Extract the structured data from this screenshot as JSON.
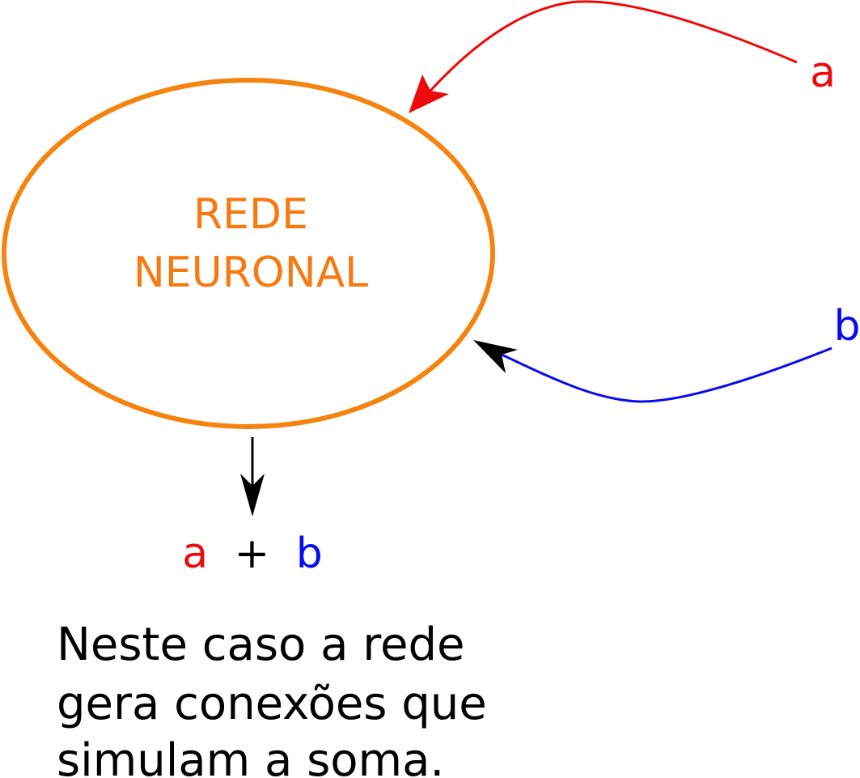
{
  "network": {
    "line1": "REDE",
    "line2": "NEURONAL",
    "color": "#F5830E",
    "text_color": "#F57A12"
  },
  "inputs": {
    "a": {
      "label": "a",
      "color": "#EE0A0A"
    },
    "b": {
      "label": "b",
      "color": "#0A0AEE"
    }
  },
  "output": {
    "a": "a",
    "plus": "+",
    "b": "b"
  },
  "caption": {
    "line1": "Neste caso a rede",
    "line2": "gera conexões que",
    "line3": "simulam a soma."
  },
  "colors": {
    "arrow_dark": "#000000"
  }
}
